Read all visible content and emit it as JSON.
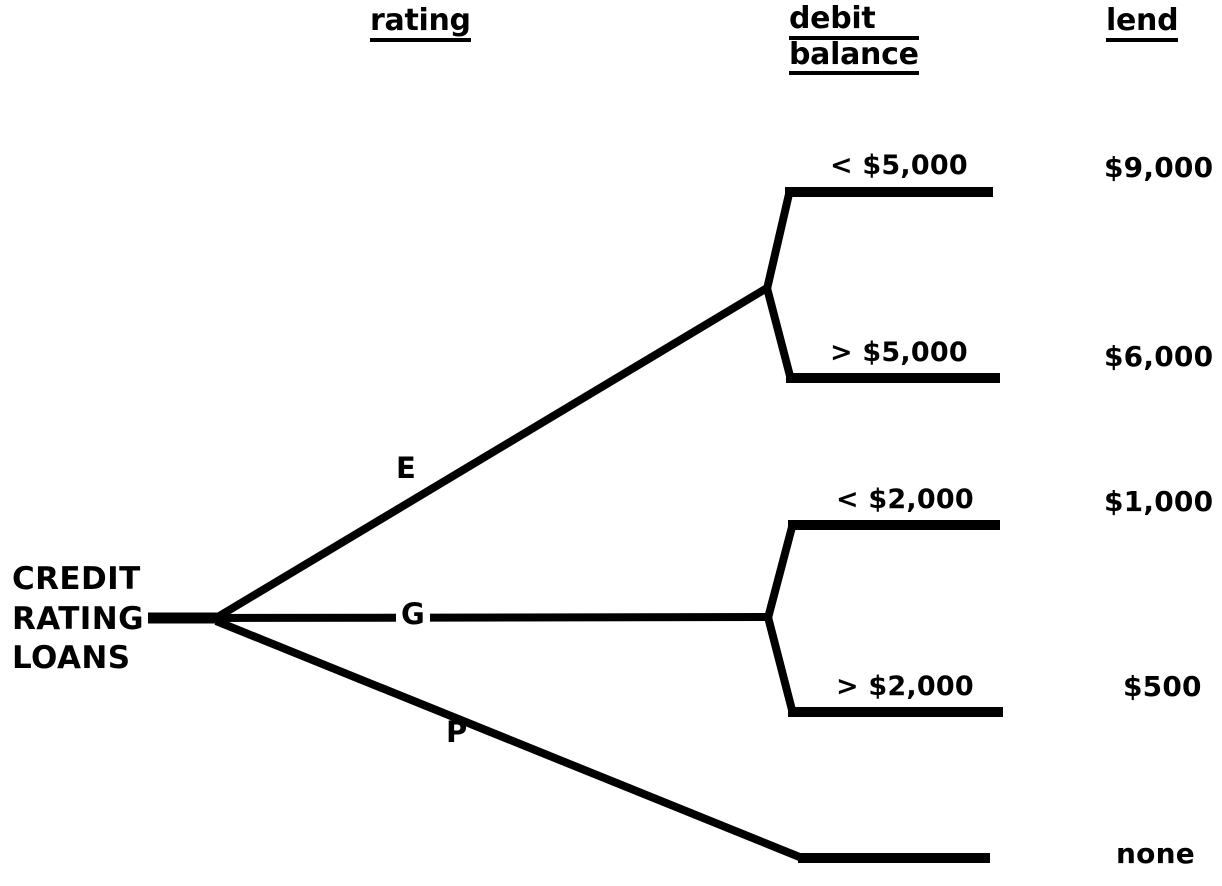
{
  "headers": {
    "rating": "rating",
    "debit_line1": "debit",
    "debit_line2": "balance",
    "lend": "lend"
  },
  "root": {
    "line1": "CREDIT",
    "line2": "RATING",
    "line3": "LOANS"
  },
  "branches": [
    {
      "letter": "E"
    },
    {
      "letter": "G"
    },
    {
      "letter": "P"
    }
  ],
  "outcomes": [
    {
      "debit": "< $5,000",
      "lend": "$9,000"
    },
    {
      "debit": "> $5,000",
      "lend": "$6,000"
    },
    {
      "debit": "< $2,000",
      "lend": "$1,000"
    },
    {
      "debit": "> $2,000",
      "lend": "$500"
    },
    {
      "debit": "",
      "lend": "none"
    }
  ],
  "colors": {
    "ink": "#000000",
    "background": "#ffffff"
  }
}
